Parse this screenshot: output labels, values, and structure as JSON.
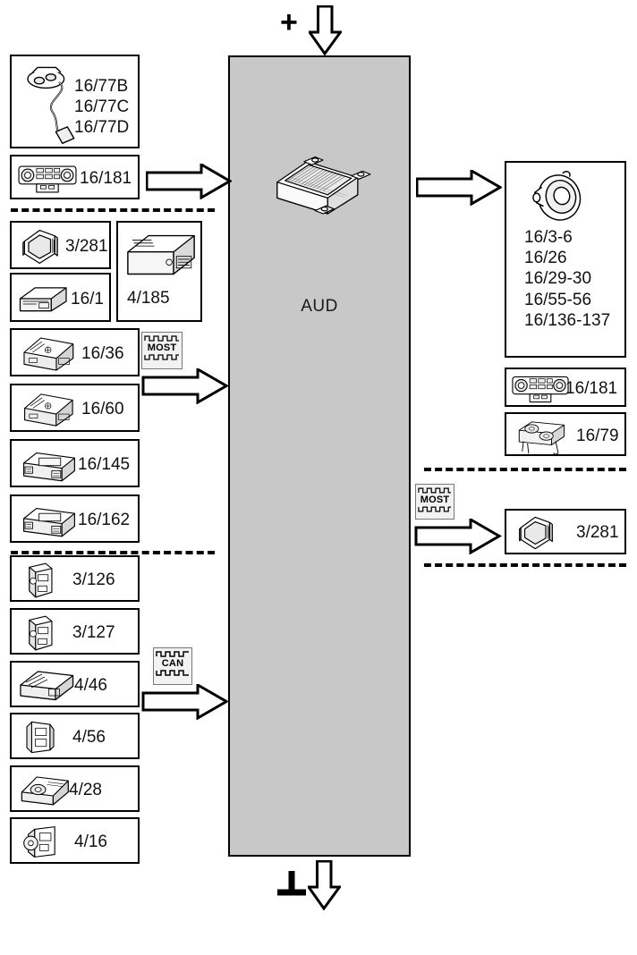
{
  "diagram": {
    "center_module": {
      "label": "AUD",
      "icon": "amplifier-icon",
      "fill_color": "#c8c8c8"
    },
    "terminals": [
      {
        "name": "power-terminal",
        "symbol": "+",
        "arrow": "down-arrow"
      },
      {
        "name": "ground-terminal",
        "symbol": "⊥",
        "arrow": "down-arrow"
      }
    ],
    "left_column": {
      "group1": [
        {
          "name": "antenna-module",
          "icon": "antenna-cable-icon",
          "labels": [
            "16/77B",
            "16/77C",
            "16/77D"
          ]
        },
        {
          "name": "control-panel-16-181",
          "icon": "control-panel-icon",
          "labels": [
            "16/181"
          ]
        }
      ],
      "group2": [
        {
          "name": "display-unit-3-281",
          "icon": "display-screen-icon",
          "labels": [
            "3/281"
          ]
        },
        {
          "name": "head-unit-16-1",
          "icon": "head-unit-icon",
          "labels": [
            "16/1"
          ]
        },
        {
          "name": "cd-changer-4-185",
          "icon": "cd-changer-icon",
          "labels": [
            "4/185"
          ]
        },
        {
          "name": "module-16-36",
          "icon": "control-module-icon",
          "labels": [
            "16/36"
          ]
        },
        {
          "name": "module-16-60",
          "icon": "control-module-icon",
          "labels": [
            "16/60"
          ]
        },
        {
          "name": "module-16-145",
          "icon": "amplifier-module-icon",
          "labels": [
            "16/145"
          ]
        },
        {
          "name": "module-16-162",
          "icon": "amplifier-module-icon",
          "labels": [
            "16/162"
          ]
        }
      ],
      "group3": [
        {
          "name": "sensor-3-126",
          "icon": "sensor-block-icon",
          "labels": [
            "3/126"
          ]
        },
        {
          "name": "sensor-3-127",
          "icon": "sensor-block-icon",
          "labels": [
            "3/127"
          ]
        },
        {
          "name": "unit-4-46",
          "icon": "flat-module-icon",
          "labels": [
            "4/46"
          ]
        },
        {
          "name": "unit-4-56",
          "icon": "bracket-module-icon",
          "labels": [
            "4/56"
          ]
        },
        {
          "name": "unit-4-28",
          "icon": "round-module-icon",
          "labels": [
            "4/28"
          ]
        },
        {
          "name": "unit-4-16",
          "icon": "motor-module-icon",
          "labels": [
            "4/16"
          ]
        }
      ]
    },
    "right_column": {
      "group1": [
        {
          "name": "speakers-group",
          "icon": "speaker-icon",
          "labels": [
            "16/3-6",
            "16/26",
            "16/29-30",
            "16/55-56",
            "16/136-137"
          ]
        },
        {
          "name": "control-panel-16-181-right",
          "icon": "control-panel-icon",
          "labels": [
            "16/181"
          ]
        },
        {
          "name": "tweeter-pair-16-79",
          "icon": "tweeter-pair-icon",
          "labels": [
            "16/79"
          ]
        }
      ],
      "group2": [
        {
          "name": "display-unit-3-281-right",
          "icon": "display-screen-icon",
          "labels": [
            "3/281"
          ]
        }
      ]
    },
    "bus_badges": [
      {
        "name": "most-bus-badge-left",
        "text": "MOST"
      },
      {
        "name": "can-bus-badge-left",
        "text": "CAN"
      },
      {
        "name": "most-bus-badge-right",
        "text": "MOST"
      }
    ],
    "arrows": [
      {
        "name": "arrow-left-to-aud-1",
        "direction": "right"
      },
      {
        "name": "arrow-left-to-aud-most",
        "direction": "right"
      },
      {
        "name": "arrow-left-to-aud-can",
        "direction": "right"
      },
      {
        "name": "arrow-aud-to-right-1",
        "direction": "right"
      },
      {
        "name": "arrow-aud-to-right-most",
        "direction": "right"
      }
    ]
  }
}
